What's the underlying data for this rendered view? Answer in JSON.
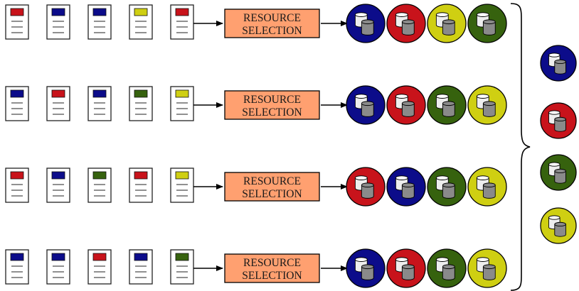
{
  "colors": {
    "red": "#c8131b",
    "blue": "#0c0c8a",
    "yellow": "#cfcf12",
    "green": "#36620e",
    "box_fill": "#ffa070",
    "doc_stroke": "#222222",
    "db_top": "#ffffff",
    "db_fill": "#eeeeee",
    "db_front": "#8a8a8a"
  },
  "icon_names": {
    "document": "document-icon",
    "database": "database-icon",
    "arrow": "arrow-icon",
    "brace": "curly-brace"
  },
  "selection_box": {
    "line1": "RESOURCE",
    "line2": "SELECTION"
  },
  "rows": [
    {
      "documents": [
        "red",
        "blue",
        "blue",
        "yellow",
        "red"
      ],
      "resources": [
        "blue",
        "red",
        "yellow",
        "green"
      ]
    },
    {
      "documents": [
        "blue",
        "red",
        "blue",
        "green",
        "yellow"
      ],
      "resources": [
        "blue",
        "red",
        "green",
        "yellow"
      ]
    },
    {
      "documents": [
        "red",
        "blue",
        "green",
        "red",
        "yellow"
      ],
      "resources": [
        "red",
        "blue",
        "green",
        "yellow"
      ]
    },
    {
      "documents": [
        "blue",
        "blue",
        "red",
        "blue",
        "green"
      ],
      "resources": [
        "blue",
        "red",
        "green",
        "yellow"
      ]
    }
  ],
  "merged_resources": [
    "blue",
    "red",
    "green",
    "yellow"
  ]
}
